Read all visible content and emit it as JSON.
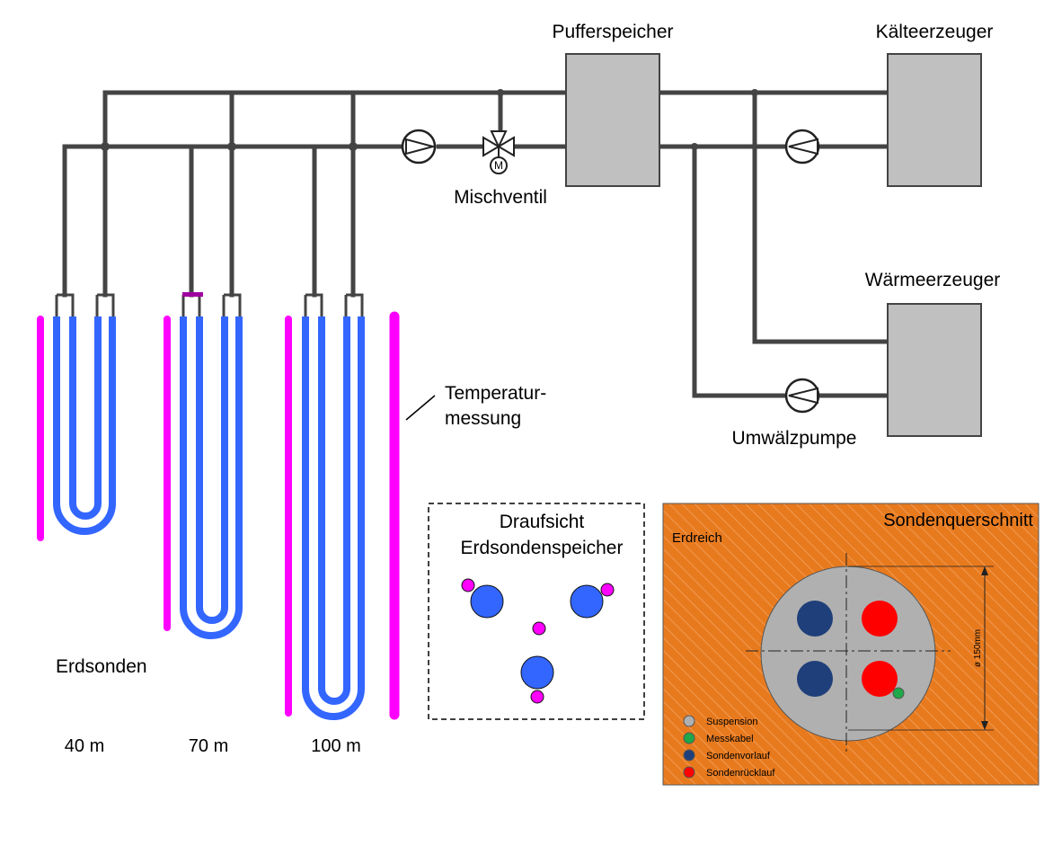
{
  "labels": {
    "buffer": "Pufferspeicher",
    "chiller": "Kälteerzeuger",
    "heater": "Wärmeerzeuger",
    "mixing_valve": "Mischventil",
    "valve_motor": "M",
    "circ_pump": "Umwälzpumpe",
    "temp_line1": "Temperatur-",
    "temp_line2": "messung",
    "probes": "Erdsonden",
    "depth_40": "40 m",
    "depth_70": "70 m",
    "depth_100": "100 m",
    "topview_line1": "Draufsicht",
    "topview_line2": "Erdsondenspeicher",
    "cross_title": "Sondenquerschnitt",
    "soil": "Erdreich",
    "diameter": "ø 150mm"
  },
  "legend": [
    {
      "label": "Suspension",
      "color": "#b0b0b0"
    },
    {
      "label": "Messkabel",
      "color": "#1ea84a"
    },
    {
      "label": "Sondenvorlauf",
      "color": "#1f3f7a"
    },
    {
      "label": "Sondenrücklauf",
      "color": "#ff0000"
    }
  ],
  "colors": {
    "pipe": "#444444",
    "probe": "#3366ff",
    "temp_sensor": "#ff00ff",
    "soil": "#e87a1e",
    "suspension": "#b0b0b0",
    "box": "#c0c0c0"
  }
}
